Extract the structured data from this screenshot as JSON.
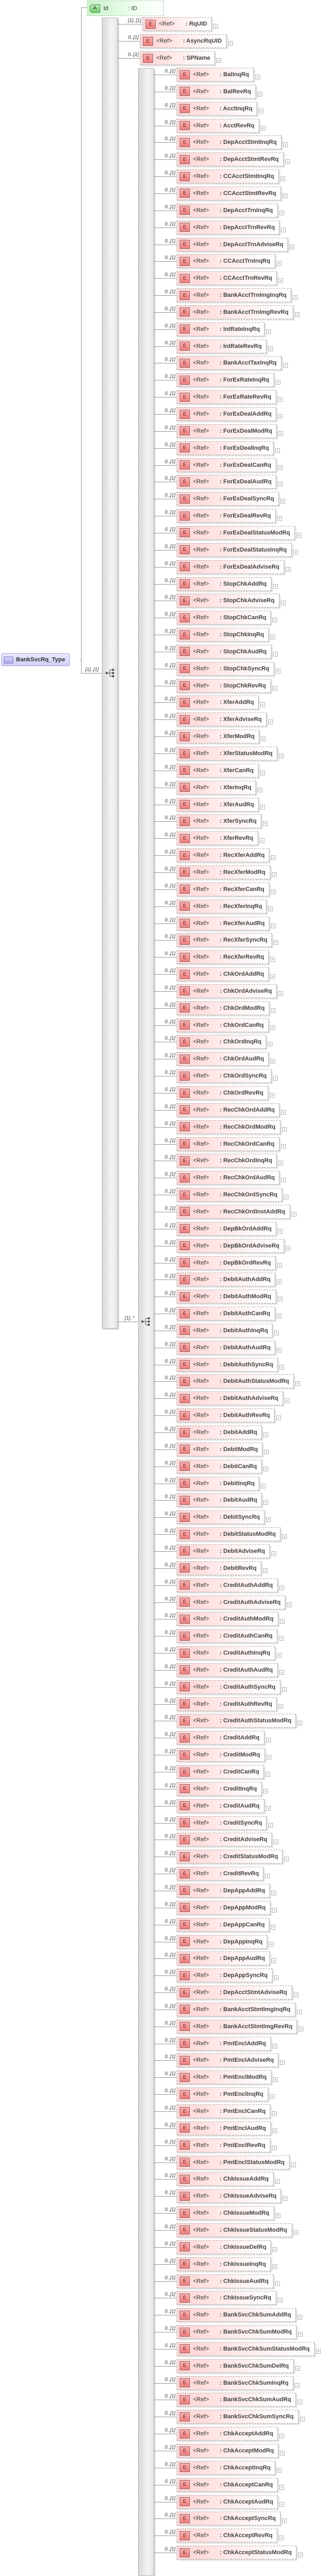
{
  "root": {
    "label": "BankSvcRq_Type"
  },
  "attribute": {
    "badge": "A",
    "name": "Id",
    "type": ": ID"
  },
  "sequence": {
    "cardinality": "[1]..[1]",
    "icon": "sequence-icon"
  },
  "header_elements": [
    {
      "cardinality": "[1]..[1]",
      "badge": "E",
      "ref": "<Ref>",
      "name": ": RqUID"
    },
    {
      "cardinality": "0..[1]",
      "badge": "E",
      "ref": "<Ref>",
      "name": ": AsyncRqUID"
    },
    {
      "cardinality": "0..[1]",
      "badge": "E",
      "ref": "<Ref>",
      "name": ": SPName"
    }
  ],
  "choice": {
    "cardinality": "[1]..*",
    "icon": "choice-icon"
  },
  "choice_element_defaults": {
    "cardinality": "0..[1]",
    "badge": "E",
    "ref": "<Ref>"
  },
  "choice_elements": [
    "BalInqRq",
    "BalRevRq",
    "AcctInqRq",
    "AcctRevRq",
    "DepAcctStmtInqRq",
    "DepAcctStmtRevRq",
    "CCAcctStmtInqRq",
    "CCAcctStmtRevRq",
    "DepAcctTrnInqRq",
    "DepAcctTrnRevRq",
    "DepAcctTrnAdviseRq",
    "CCAcctTrnInqRq",
    "CCAcctTrnRevRq",
    "BankAcctTrnImgInqRq",
    "BankAcctTrnImgRevRq",
    "IntRateInqRq",
    "IntRateRevRq",
    "BankAcctTaxInqRq",
    "ForExRateInqRq",
    "ForExRateRevRq",
    "ForExDealAddRq",
    "ForExDealModRq",
    "ForExDealInqRq",
    "ForExDealCanRq",
    "ForExDealAudRq",
    "ForExDealSyncRq",
    "ForExDealRevRq",
    "ForExDealStatusModRq",
    "ForExDealStatusInqRq",
    "ForExDealAdviseRq",
    "StopChkAddRq",
    "StopChkAdviseRq",
    "StopChkCanRq",
    "StopChkInqRq",
    "StopChkAudRq",
    "StopChkSyncRq",
    "StopChkRevRq",
    "XferAddRq",
    "XferAdviseRq",
    "XferModRq",
    "XferStatusModRq",
    "XferCanRq",
    "XferInqRq",
    "XferAudRq",
    "XferSyncRq",
    "XferRevRq",
    "RecXferAddRq",
    "RecXferModRq",
    "RecXferCanRq",
    "RecXferInqRq",
    "RecXferAudRq",
    "RecXferSyncRq",
    "RecXferRevRq",
    "ChkOrdAddRq",
    "ChkOrdAdviseRq",
    "ChkOrdModRq",
    "ChkOrdCanRq",
    "ChkOrdInqRq",
    "ChkOrdAudRq",
    "ChkOrdSyncRq",
    "ChkOrdRevRq",
    "RecChkOrdAddRq",
    "RecChkOrdModRq",
    "RecChkOrdCanRq",
    "RecChkOrdInqRq",
    "RecChkOrdAudRq",
    "RecChkOrdSyncRq",
    "RecChkOrdInstAddRq",
    "DepBkOrdAddRq",
    "DepBkOrdAdviseRq",
    "DepBkOrdRevRq",
    "DebitAuthAddRq",
    "DebitAuthModRq",
    "DebitAuthCanRq",
    "DebitAuthInqRq",
    "DebitAuthAudRq",
    "DebitAuthSyncRq",
    "DebitAuthStatusModRq",
    "DebitAuthAdviseRq",
    "DebitAuthRevRq",
    "DebitAddRq",
    "DebitModRq",
    "DebitCanRq",
    "DebitInqRq",
    "DebitAudRq",
    "DebitSyncRq",
    "DebitStatusModRq",
    "DebitAdviseRq",
    "DebitRevRq",
    "CreditAuthAddRq",
    "CreditAuthAdviseRq",
    "CreditAuthModRq",
    "CreditAuthCanRq",
    "CreditAuthInqRq",
    "CreditAuthAudRq",
    "CreditAuthSyncRq",
    "CreditAuthRevRq",
    "CreditAuthStatusModRq",
    "CreditAddRq",
    "CreditModRq",
    "CreditCanRq",
    "CreditInqRq",
    "CreditAudRq",
    "CreditSyncRq",
    "CreditAdviseRq",
    "CreditStatusModRq",
    "CreditRevRq",
    "DepAppAddRq",
    "DepAppModRq",
    "DepAppCanRq",
    "DepAppInqRq",
    "DepAppAudRq",
    "DepAppSyncRq",
    "DepAcctStmtAdviseRq",
    "BankAcctStmtImgInqRq",
    "BankAcctStmtImgRevRq",
    "PmtEnclAddRq",
    "PmtEnclAdviseRq",
    "PmtEnclModRq",
    "PmtEnclInqRq",
    "PmtEnclCanRq",
    "PmtEnclAudRq",
    "PmtEnclRevRq",
    "PmtEnclStatusModRq",
    "ChkIssueAddRq",
    "ChkIssueAdviseRq",
    "ChkIssueModRq",
    "ChkIssueStatusModRq",
    "ChkIssueDelRq",
    "ChkIssueInqRq",
    "ChkIssueAudRq",
    "ChkIssueSyncRq",
    "BankSvcChkSumAddRq",
    "BankSvcChkSumModRq",
    "BankSvcChkSumStatusModRq",
    "BankSvcChkSumDelRq",
    "BankSvcChkSumInqRq",
    "BankSvcChkSumAudRq",
    "BankSvcChkSumSyncRq",
    "ChkAcceptAddRq",
    "ChkAcceptModRq",
    "ChkAcceptInqRq",
    "ChkAcceptCanRq",
    "ChkAcceptAudRq",
    "ChkAcceptSyncRq",
    "ChkAcceptRevRq",
    "ChkAcceptStatusModRq"
  ],
  "colors": {
    "element": "#ffd3d3",
    "attribute": "#c9f3c9",
    "root": "#dcdcfa",
    "connector": "#9a9a9a"
  }
}
